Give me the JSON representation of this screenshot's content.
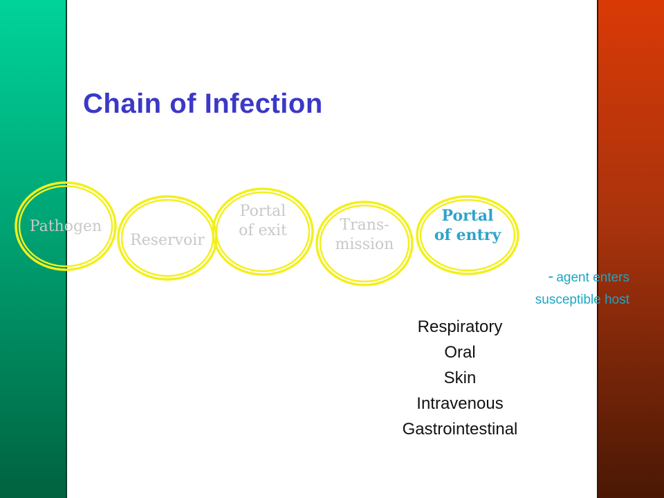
{
  "title": "Chain of Infection",
  "chain": {
    "links": [
      {
        "label_lines": [
          "Pathogen"
        ],
        "active": false
      },
      {
        "label_lines": [
          "Reservoir"
        ],
        "active": false
      },
      {
        "label_lines": [
          "Portal",
          "of exit"
        ],
        "active": false
      },
      {
        "label_lines": [
          "Trans-",
          "mission"
        ],
        "active": false
      },
      {
        "label_lines": [
          "Portal",
          "of entry"
        ],
        "active": true
      }
    ]
  },
  "description": {
    "dash": "-",
    "line1": "agent enters",
    "line2": "susceptible host"
  },
  "routes": [
    "Respiratory",
    "Oral",
    "Skin",
    "Intravenous",
    "Gastrointestinal"
  ],
  "colors": {
    "title": "#3b38c8",
    "ring": "#f2f01c",
    "inactive_label": "#c8c8c8",
    "active_label": "#2fa3ca",
    "description": "#1ba6c6",
    "left_bar": "#00a474",
    "right_bar": "#a8330d"
  }
}
